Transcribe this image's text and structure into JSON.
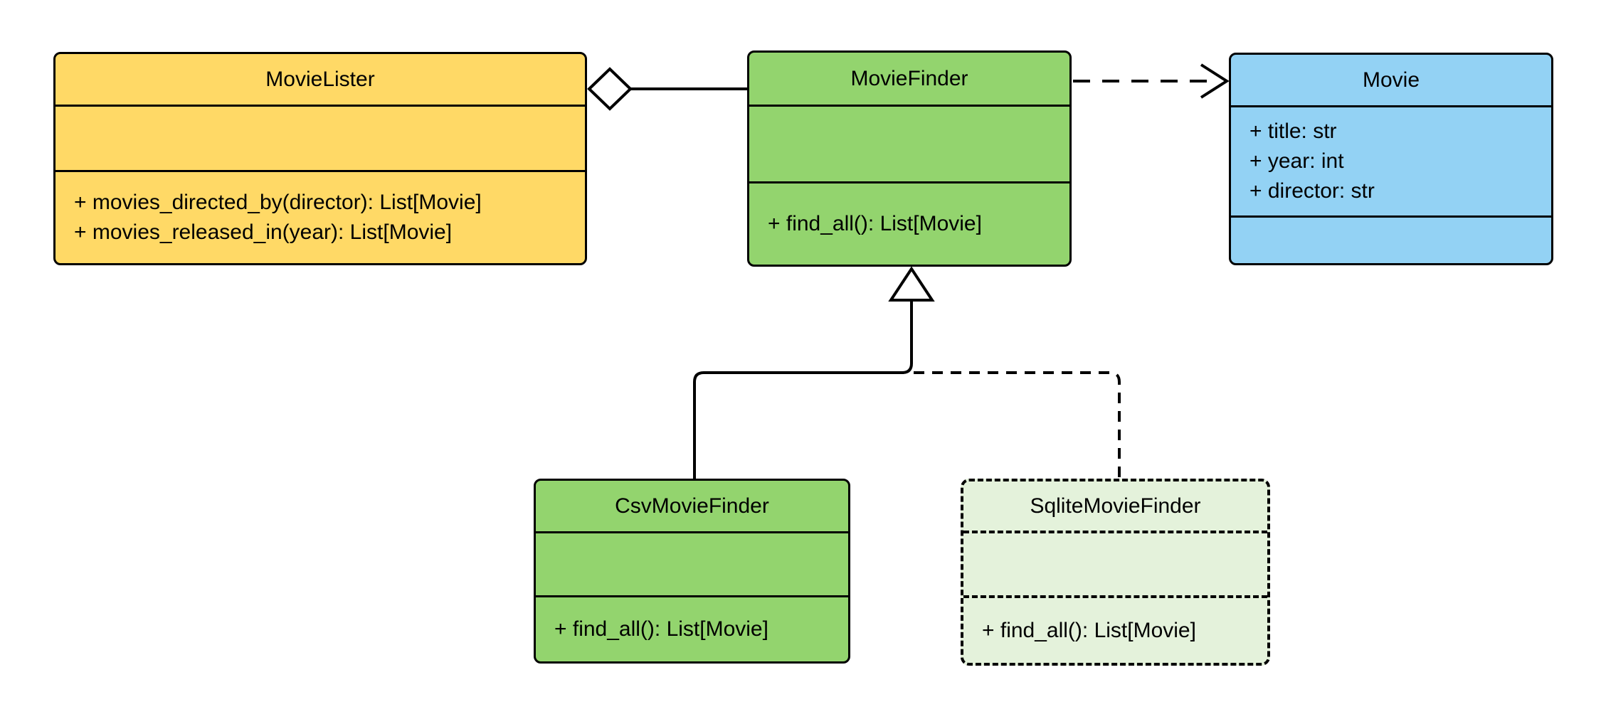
{
  "diagram": {
    "type": "uml-class-diagram",
    "classes": {
      "movie_lister": {
        "title": "MovieLister",
        "attributes": [],
        "methods": [
          "+ movies_directed_by(director): List[Movie]",
          "+ movies_released_in(year): List[Movie]"
        ]
      },
      "movie_finder": {
        "title": "MovieFinder",
        "attributes": [],
        "methods": [
          "+ find_all(): List[Movie]"
        ]
      },
      "movie": {
        "title": "Movie",
        "attributes": [
          "+ title: str",
          "+ year: int",
          "+ director: str"
        ],
        "methods": []
      },
      "csv_movie_finder": {
        "title": "CsvMovieFinder",
        "attributes": [],
        "methods": [
          "+ find_all(): List[Movie]"
        ]
      },
      "sqlite_movie_finder": {
        "title": "SqliteMovieFinder",
        "attributes": [],
        "methods": [
          "+ find_all(): List[Movie]"
        ],
        "border_style": "dashed"
      }
    },
    "relationships": [
      {
        "type": "aggregation",
        "owner": "MovieLister",
        "part": "MovieFinder",
        "line": "solid",
        "marker": "hollow-diamond"
      },
      {
        "type": "dependency",
        "from": "MovieFinder",
        "to": "Movie",
        "line": "dashed",
        "marker": "open-arrow"
      },
      {
        "type": "inheritance",
        "child": "CsvMovieFinder",
        "parent": "MovieFinder",
        "line": "solid",
        "marker": "hollow-triangle"
      },
      {
        "type": "inheritance",
        "child": "SqliteMovieFinder",
        "parent": "MovieFinder",
        "line": "dashed",
        "marker": "hollow-triangle"
      }
    ]
  },
  "colors": {
    "movie_lister_fill": "#FFD966",
    "movie_finder_fill": "#93D46E",
    "movie_fill": "#93D2F4",
    "csv_movie_finder_fill": "#93D46E",
    "sqlite_movie_finder_fill": "#E4F2DB",
    "stroke": "#000000",
    "background": "#FFFFFF"
  }
}
